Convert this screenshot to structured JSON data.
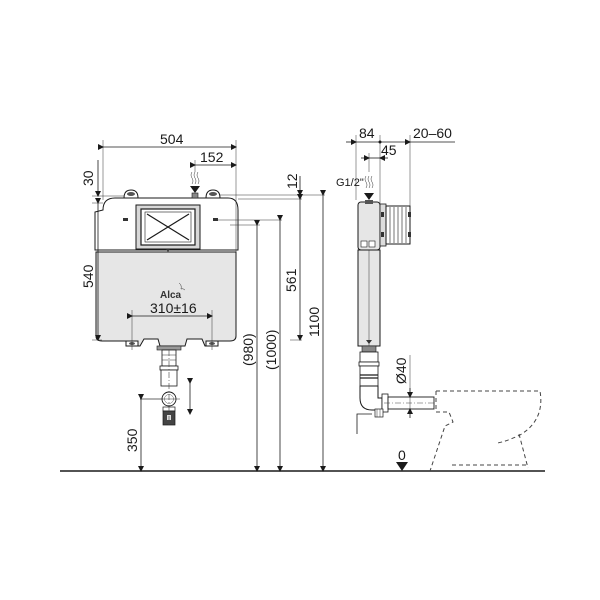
{
  "drawing": {
    "brand_label": "Alca",
    "front_view": {
      "width_total": "504",
      "width_offset_right": "152",
      "top_offset": "30",
      "tank_height": "540",
      "mount_spacing": "310±16",
      "top_gap": "12",
      "height_to_inlet": "561",
      "height_980": "(980)",
      "height_1000": "(1000)",
      "height_total": "1100",
      "outlet_height": "350"
    },
    "side_view": {
      "depth": "84",
      "inlet_offset": "45",
      "adjust_range": "20–60",
      "inlet_thread": "G1/2\"",
      "drain_diameter": "Ø40",
      "floor_level": "0"
    }
  }
}
